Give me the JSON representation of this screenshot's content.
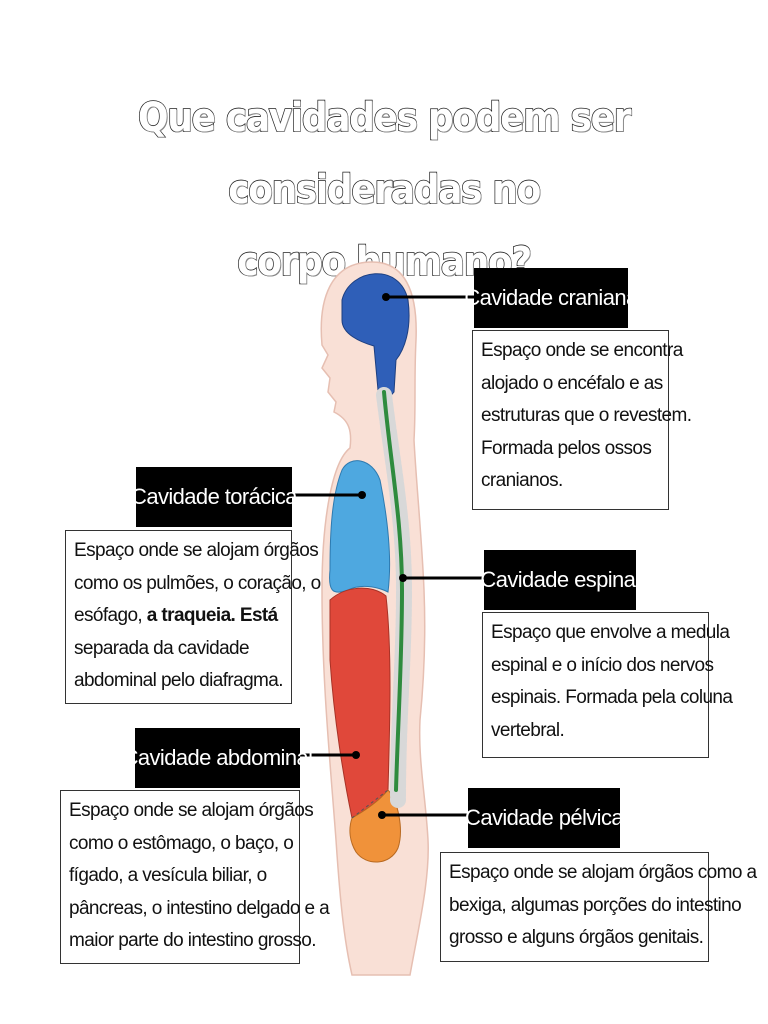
{
  "title": {
    "line1": "Que cavidades podem ser consideradas no",
    "line2": "corpo humano?"
  },
  "cavities": {
    "cranial": {
      "label": "Cavidade craniana",
      "lines": [
        "Espaço onde se encontra",
        "alojado o encéfalo e as",
        "estruturas que o revestem.",
        "Formada pelos ossos",
        "cranianos."
      ],
      "color": "#2f5fb8"
    },
    "thoracic": {
      "label": "Cavidade torácica",
      "lines": [
        "Espaço onde se alojam órgãos",
        "como os pulmões, o coração, o",
        "esófago, ",
        "separada da cavidade",
        "abdominal pelo diafragma."
      ],
      "bold_part": "a traqueia. Está",
      "color": "#4ea8e0"
    },
    "spinal": {
      "label": "Cavidade espinal",
      "lines": [
        "Espaço que envolve a medula",
        "espinal e o início dos nervos",
        "espinais. Formada pela coluna",
        "vertebral."
      ],
      "color": "#2e8b3e"
    },
    "abdominal": {
      "label": "Cavidade abdominal",
      "lines": [
        "Espaço onde se alojam órgãos",
        "como o estômago, o baço, o",
        "fígado, a vesícula biliar, o",
        "pâncreas, o intestino delgado e a",
        "maior parte do intestino grosso."
      ],
      "color": "#e0483a"
    },
    "pelvic": {
      "label": "Cavidade pélvica",
      "lines": [
        "Espaço onde se alojam órgãos como a",
        "bexiga, algumas porções do intestino",
        "grosso e alguns órgãos genitais."
      ],
      "color": "#f0923a"
    }
  }
}
